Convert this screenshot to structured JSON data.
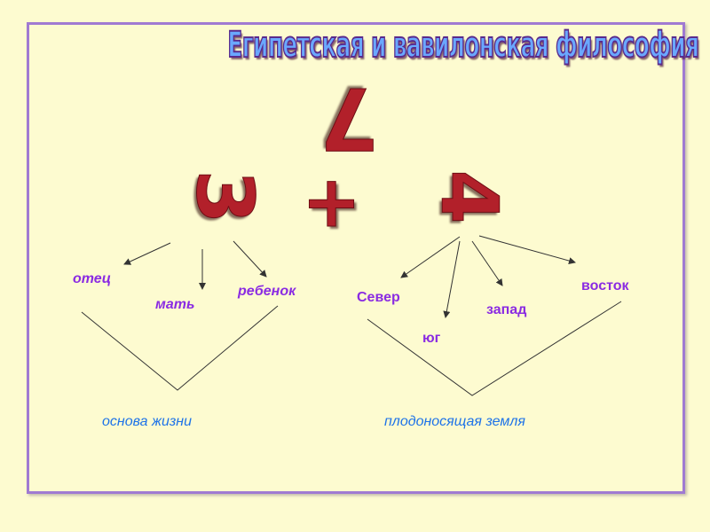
{
  "title": "Египетская и вавилонская философия",
  "numbers": {
    "seven": "7",
    "three": "3",
    "plus": "+",
    "four": "4"
  },
  "three_parts": [
    "отец",
    "мать",
    "ребенок"
  ],
  "three_result": "основа жизни",
  "four_parts": [
    "Север",
    "юг",
    "запад",
    "восток"
  ],
  "four_result": "плодоносящая земля",
  "colors": {
    "background": "#fdfbd0",
    "frame": "#a07ad2",
    "numbers": "#b2202a",
    "labels": "#8a2be2",
    "results": "#1e73e8"
  }
}
